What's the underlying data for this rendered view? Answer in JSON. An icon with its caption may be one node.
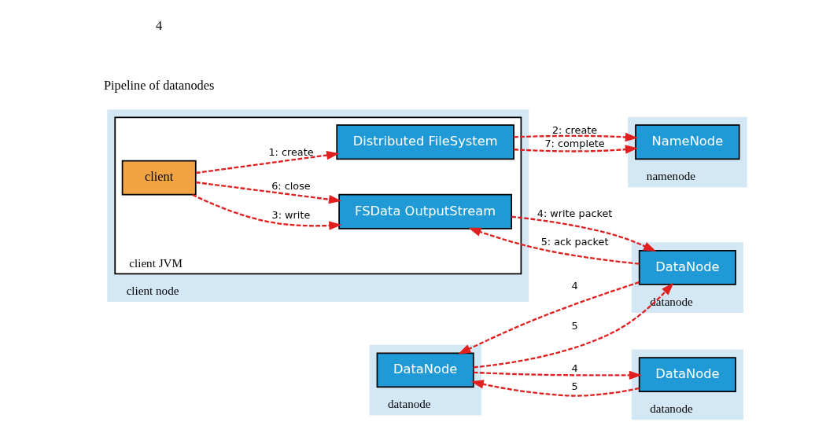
{
  "diagram": {
    "nodes": [
      {
        "text": [
          "client node"
        ]
      },
      {
        "text": [
          "client JVM"
        ],
        "in": 0
      },
      {
        "text": [
          "client"
        ],
        "in": 1
      },
      {
        "text": [
          "Distributed FileSystem"
        ],
        "in": 1
      },
      {
        "text": [
          "FSData OutputStream"
        ],
        "in": 1
      },
      {
        "text": [
          "namenode"
        ]
      },
      {
        "text": [
          "NameNode"
        ],
        "in": 5
      },
      {
        "text": [
          "datanode"
        ]
      },
      {
        "text": [
          "DataNode"
        ],
        "in": 7
      },
      {
        "text": [
          "datanode"
        ]
      },
      {
        "text": [
          "DataNode"
        ],
        "in": 9
      },
      {
        "text": [
          "datanode"
        ]
      },
      {
        "text": [
          "DataNode"
        ],
        "in": 11
      }
    ],
    "edges": [
      {
        "from": 2,
        "to": 3,
        "arrow": "to",
        "label": "1: create",
        "style": "dashed",
        "color": "#e02020"
      },
      {
        "from": 2,
        "to": 4,
        "arrow": "to",
        "label": "3: write",
        "style": "dashed",
        "color": "#e02020"
      },
      {
        "from": 2,
        "to": 4,
        "arrow": "to",
        "label": "6: close",
        "style": "dashed",
        "color": "#e02020"
      },
      {
        "from": 3,
        "to": 6,
        "arrow": "to",
        "label": "2: create",
        "style": "dashed",
        "color": "#e02020"
      },
      {
        "from": 3,
        "to": 6,
        "arrow": "to",
        "label": "7: complete",
        "style": "dashed",
        "color": "#e02020"
      },
      {
        "from": 4,
        "to": 8,
        "arrow": "to",
        "label": "4: write packet",
        "style": "dashed",
        "color": "#e02020"
      },
      {
        "from": 8,
        "to": 4,
        "arrow": "to",
        "label": "5: ack packet",
        "style": "dashed",
        "color": "#e02020"
      },
      {
        "from": 8,
        "to": 10,
        "arrow": "to",
        "label": "4",
        "style": "dashed",
        "color": "#e02020"
      },
      {
        "from": 10,
        "to": 8,
        "arrow": "to",
        "label": "5",
        "style": "dashed",
        "color": "#e02020"
      },
      {
        "from": 10,
        "to": 12,
        "arrow": "to",
        "label": "4",
        "style": "dashed",
        "color": "#e02020"
      },
      {
        "from": 12,
        "to": 10,
        "arrow": "to",
        "label": "5",
        "style": "dashed",
        "color": "#e02020"
      }
    ],
    "labels": [
      "Pipeline of datanodes",
      "4"
    ]
  }
}
